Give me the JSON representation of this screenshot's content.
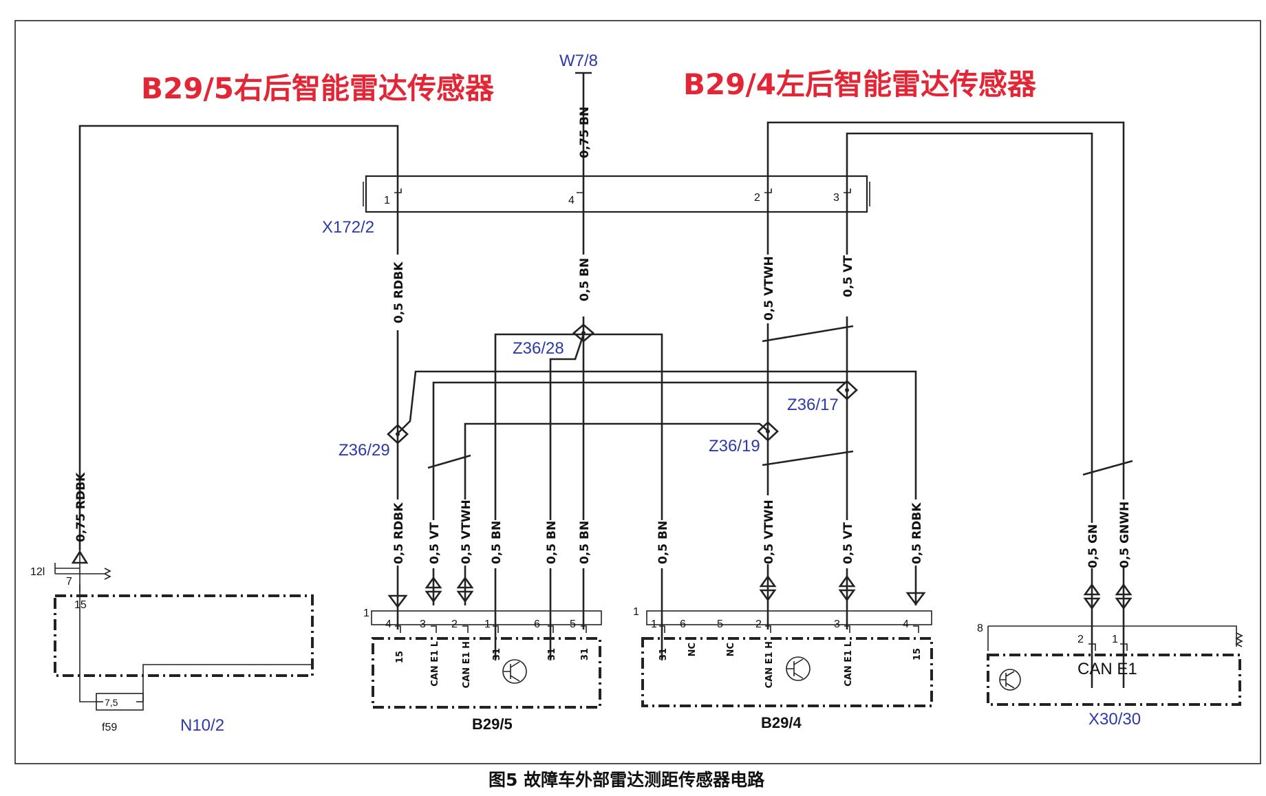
{
  "titles": {
    "right_sensor": "B29/5右后智能雷达传感器",
    "left_sensor": "B29/4左后智能雷达传感器"
  },
  "caption": "图5 故障车外部雷达测距传感器电路",
  "components": {
    "w7_8": "W7/8",
    "x172_2": "X172/2",
    "z36_28": "Z36/28",
    "z36_29": "Z36/29",
    "z36_17": "Z36/17",
    "z36_19": "Z36/19",
    "b29_5": "B29/5",
    "b29_4": "B29/4",
    "n10_2": "N10/2",
    "f59": "f59",
    "x30_30": "X30/30",
    "fuse_value": "7,5",
    "can_e1": "CAN E1"
  },
  "wire_labels": {
    "w78_bn": "0,75 BN",
    "x172_rdbk": "0,5 RDBK",
    "x172_bn": "0,5 BN",
    "x172_vtwh": "0,5 VTWH",
    "x172_vt": "0,5 VT",
    "n10_rdbk": "0,75 RDBK",
    "b295_rdbk": "0,5 RDBK",
    "b295_vt": "0,5 VT",
    "b295_vtwh": "0,5 VTWH",
    "b295_bn1": "0,5 BN",
    "b295_bn6": "0,5 BN",
    "b295_bn5": "0,5 BN",
    "b294_bn": "0,5 BN",
    "b294_vtwh": "0,5 VTWH",
    "b294_vt": "0,5 VT",
    "b294_rdbk": "0,5 RDBK",
    "x30_gn": "0,5 GN",
    "x30_gnwh": "0,5 GNWH"
  },
  "pins": {
    "x172_1": "1",
    "x172_4": "4",
    "x172_2": "2",
    "x172_3": "3",
    "n10_12l": "12l",
    "n10_7": "7",
    "n10_15": "15",
    "b295_ref": "1",
    "b295_p4": "4",
    "b295_p3": "3",
    "b295_p2": "2",
    "b295_p1": "1",
    "b295_p6": "6",
    "b295_p5": "5",
    "b294_ref": "1",
    "b294_p1": "1",
    "b294_p6": "6",
    "b294_p5": "5",
    "b294_p2": "2",
    "b294_p3": "3",
    "b294_p4": "4",
    "x30_ref": "8",
    "x30_p2": "2",
    "x30_p1": "1"
  },
  "signals": {
    "b295_15": "15",
    "b295_can_l": "CAN E1 L",
    "b295_can_h": "CAN E1 H",
    "b295_31a": "31",
    "b295_31b": "31",
    "b295_31c": "31",
    "b294_31": "31",
    "b294_nc1": "NC",
    "b294_nc2": "NC",
    "b294_can_h": "CAN E1 H",
    "b294_can_l": "CAN E1 L",
    "b294_15": "15"
  },
  "colors": {
    "title_red": "#e32636",
    "label_blue": "#2b3aa8",
    "wire": "#222222"
  }
}
